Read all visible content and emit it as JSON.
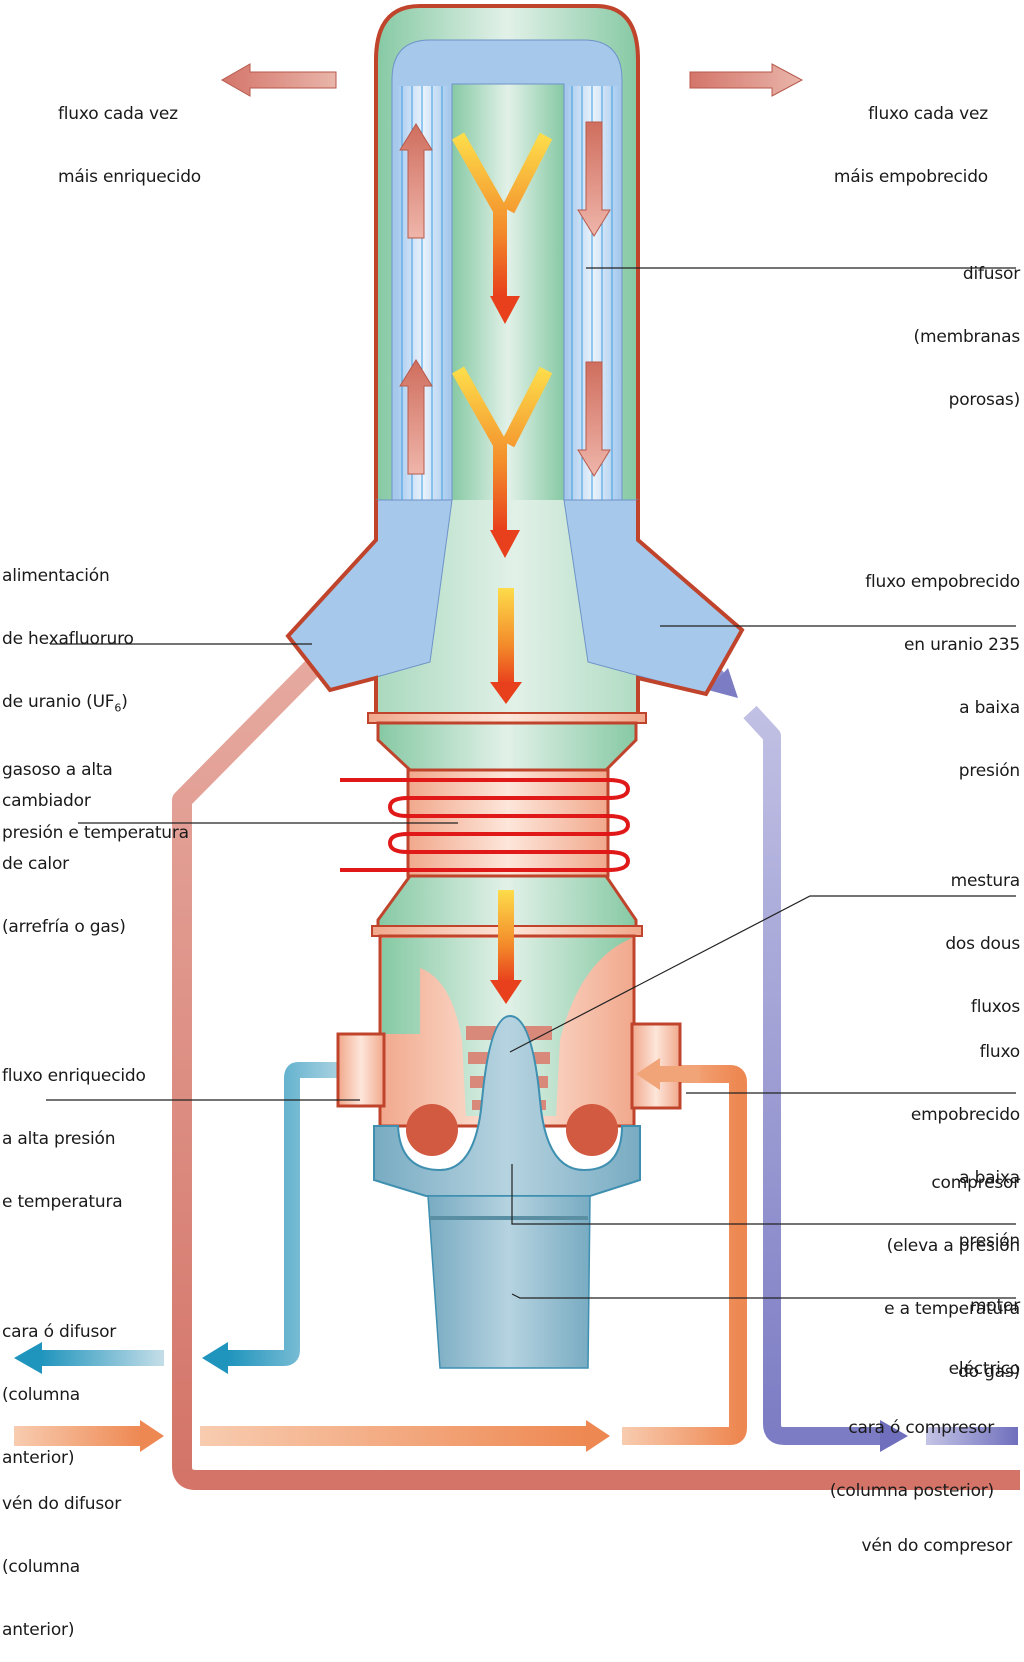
{
  "diagram": {
    "title": "Gaseous diffusion uranium enrichment stage",
    "colors": {
      "enriched_flow": "#d9807a",
      "depleted_flow": "#8f8fcf",
      "to_diffuser_flow": "#2a9cc0",
      "from_diffuser_flow": "#f0986a",
      "column_green": "#8fcfac",
      "diffuser_blue": "#a6c8ea",
      "casing_red": "#c0442c",
      "heat_coil_red": "#e01818",
      "compressor_salmon": "#f6c0a6",
      "motor_blue": "#8ab8cc"
    },
    "labels": {
      "top_left": [
        "fluxo cada vez",
        "máis enriquecido"
      ],
      "top_right": [
        "fluxo cada vez",
        "máis empobrecido"
      ],
      "diffuser": [
        "difusor",
        "(membranas",
        "porosas)"
      ],
      "feed": {
        "line1": "alimentación",
        "line2": "de hexafluoruro",
        "line3_prefix": "de uranio (UF",
        "line3_sub": "6",
        "line3_suffix": ")",
        "line4": "gasoso a alta",
        "line5": "presión e temperatura"
      },
      "depleted_low_pressure": [
        "fluxo empobrecido",
        "en uranio 235",
        "a baixa",
        "presión"
      ],
      "heat_exchanger": [
        "cambiador",
        "de calor",
        "(arrefría o gas)"
      ],
      "mixing": [
        "mestura",
        "dos dous",
        "fluxos"
      ],
      "enriched_high_pressure": [
        "fluxo enriquecido",
        "a alta presión",
        "e temperatura"
      ],
      "depleted_low_pressure_2": [
        "fluxo",
        "empobrecido",
        "a baixa",
        "presión"
      ],
      "compressor": [
        "compresor",
        "(eleva a presión",
        "e a temperatura",
        "do gas)"
      ],
      "motor": [
        "motor",
        "eléctrico"
      ],
      "to_diffuser": [
        "cara ó difusor",
        "(columna",
        "anterior)"
      ],
      "from_diffuser": [
        "vén do difusor",
        "(columna",
        "anterior)"
      ],
      "to_compressor": [
        "cara ó compresor",
        "(columna posterior)"
      ],
      "from_compressor": "vén do compresor"
    }
  }
}
